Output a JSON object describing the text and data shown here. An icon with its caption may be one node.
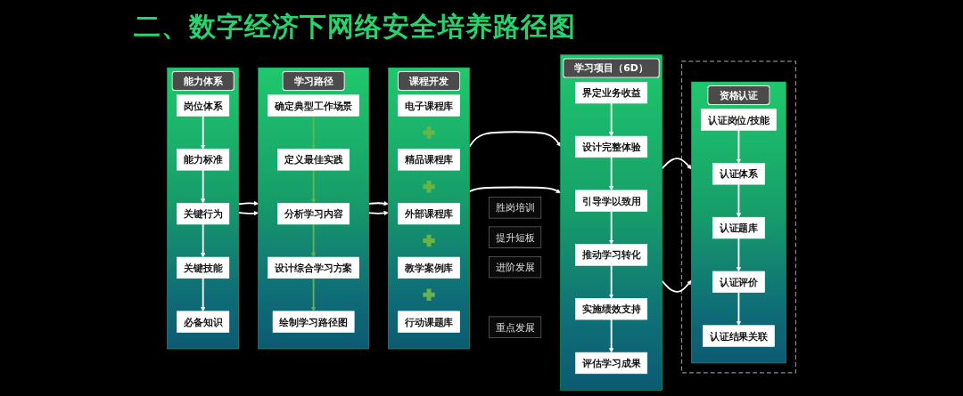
{
  "diagram": {
    "title": "二、数字经济下网络安全培养路径图",
    "nodes": [
      {
        "text": [
          "能力体系"
        ]
      },
      {
        "text": [
          "岗位体系"
        ],
        "in": 0
      },
      {
        "text": [
          "能力标准"
        ],
        "in": 0
      },
      {
        "text": [
          "关键行为"
        ],
        "in": 0
      },
      {
        "text": [
          "关键技能"
        ],
        "in": 0
      },
      {
        "text": [
          "必备知识"
        ],
        "in": 0
      },
      {
        "text": [
          "学习路径"
        ]
      },
      {
        "text": [
          "确定典型工作场景"
        ],
        "in": 6
      },
      {
        "text": [
          "定义最佳实践"
        ],
        "in": 6
      },
      {
        "text": [
          "分析学习内容"
        ],
        "in": 6
      },
      {
        "text": [
          "设计综合学习方案"
        ],
        "in": 6
      },
      {
        "text": [
          "绘制学习路径图"
        ],
        "in": 6
      },
      {
        "text": [
          "课程开发"
        ]
      },
      {
        "text": [
          "电子课程库"
        ],
        "in": 12
      },
      {
        "text": [],
        "shape": "plus",
        "in": 12
      },
      {
        "text": [
          "精品课程库"
        ],
        "in": 12
      },
      {
        "text": [],
        "shape": "plus",
        "in": 12
      },
      {
        "text": [
          "外部课程库"
        ],
        "in": 12
      },
      {
        "text": [],
        "shape": "plus",
        "in": 12
      },
      {
        "text": [
          "教学案例库"
        ],
        "in": 12
      },
      {
        "text": [],
        "shape": "plus",
        "in": 12
      },
      {
        "text": [
          "行动课题库"
        ],
        "in": 12
      },
      {
        "text": [
          "胜岗培训"
        ]
      },
      {
        "text": [
          "提升短板"
        ]
      },
      {
        "text": [
          "进阶发展"
        ]
      },
      {
        "text": [
          "重点发展"
        ]
      },
      {
        "text": [
          "学习项目（6D）"
        ]
      },
      {
        "text": [
          "界定业务收益"
        ],
        "in": 26
      },
      {
        "text": [
          "设计完整体验"
        ],
        "in": 26
      },
      {
        "text": [
          "引导学以致用"
        ],
        "in": 26
      },
      {
        "text": [
          "推动学习转化"
        ],
        "in": 26
      },
      {
        "text": [
          "实施绩效支持"
        ],
        "in": 26
      },
      {
        "text": [
          "评估学习成果"
        ],
        "in": 26
      },
      {
        "text": [],
        "shape": "box"
      },
      {
        "text": [
          "资格认证"
        ],
        "in": 33
      },
      {
        "text": [
          "认证岗位/技能"
        ],
        "in": 34
      },
      {
        "text": [
          "认证体系"
        ],
        "in": 34
      },
      {
        "text": [
          "认证题库"
        ],
        "in": 34
      },
      {
        "text": [
          "认证评价"
        ],
        "in": 34
      },
      {
        "text": [
          "认证结果关联"
        ],
        "in": 34
      }
    ],
    "edges": [
      {
        "from": 0,
        "to": 6,
        "arrow": "to"
      },
      {
        "from": 0,
        "to": 6,
        "arrow": "to"
      },
      {
        "from": 6,
        "to": 12,
        "arrow": "to"
      },
      {
        "from": 6,
        "to": 12,
        "arrow": "to"
      },
      {
        "from": 12,
        "to": 26,
        "arrow": "to"
      },
      {
        "from": 12,
        "to": 26,
        "arrow": "to"
      },
      {
        "from": 26,
        "to": 34,
        "arrow": "to"
      },
      {
        "from": 26,
        "to": 34,
        "arrow": "to"
      },
      {
        "from": 1,
        "to": 2,
        "arrow": "to"
      },
      {
        "from": 2,
        "to": 3,
        "arrow": "to"
      },
      {
        "from": 3,
        "to": 4,
        "arrow": "to"
      },
      {
        "from": 4,
        "to": 5,
        "arrow": "to"
      },
      {
        "from": 7,
        "to": 8,
        "arrow": "to",
        "color": "#6ab344"
      },
      {
        "from": 8,
        "to": 9,
        "arrow": "to",
        "color": "#6ab344"
      },
      {
        "from": 9,
        "to": 10,
        "arrow": "to",
        "color": "#6ab344"
      },
      {
        "from": 10,
        "to": 11,
        "arrow": "to",
        "color": "#6ab344"
      },
      {
        "from": 27,
        "to": 28,
        "arrow": "to"
      },
      {
        "from": 28,
        "to": 29,
        "arrow": "to"
      },
      {
        "from": 29,
        "to": 30,
        "arrow": "to"
      },
      {
        "from": 30,
        "to": 31,
        "arrow": "to"
      },
      {
        "from": 31,
        "to": 32,
        "arrow": "to"
      },
      {
        "from": 35,
        "to": 36,
        "arrow": "to"
      },
      {
        "from": 36,
        "to": 37,
        "arrow": "to"
      },
      {
        "from": 37,
        "to": 38,
        "arrow": "to"
      },
      {
        "from": 38,
        "to": 39,
        "arrow": "to"
      }
    ]
  }
}
